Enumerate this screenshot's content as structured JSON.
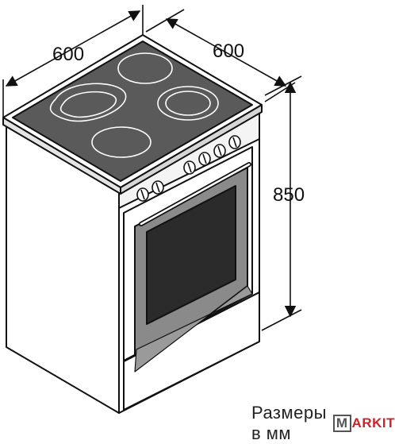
{
  "dimensions": {
    "width": "600",
    "depth": "600",
    "height": "850"
  },
  "caption": {
    "text": "Размеры в мм",
    "brand_letter": "M",
    "brand_rest": "ARKIT"
  },
  "colors": {
    "line": "#111111",
    "cooktop_glass": "#5a5a5a",
    "oven_window": "#2b2b2b",
    "oven_glass_frame": "#8a8a8a",
    "body": "#ffffff",
    "side_shade": "#efefef",
    "brand_red": "#c8242b"
  },
  "icons": {
    "dimension_arrow": "arrow-head",
    "knob": "control-knob"
  }
}
